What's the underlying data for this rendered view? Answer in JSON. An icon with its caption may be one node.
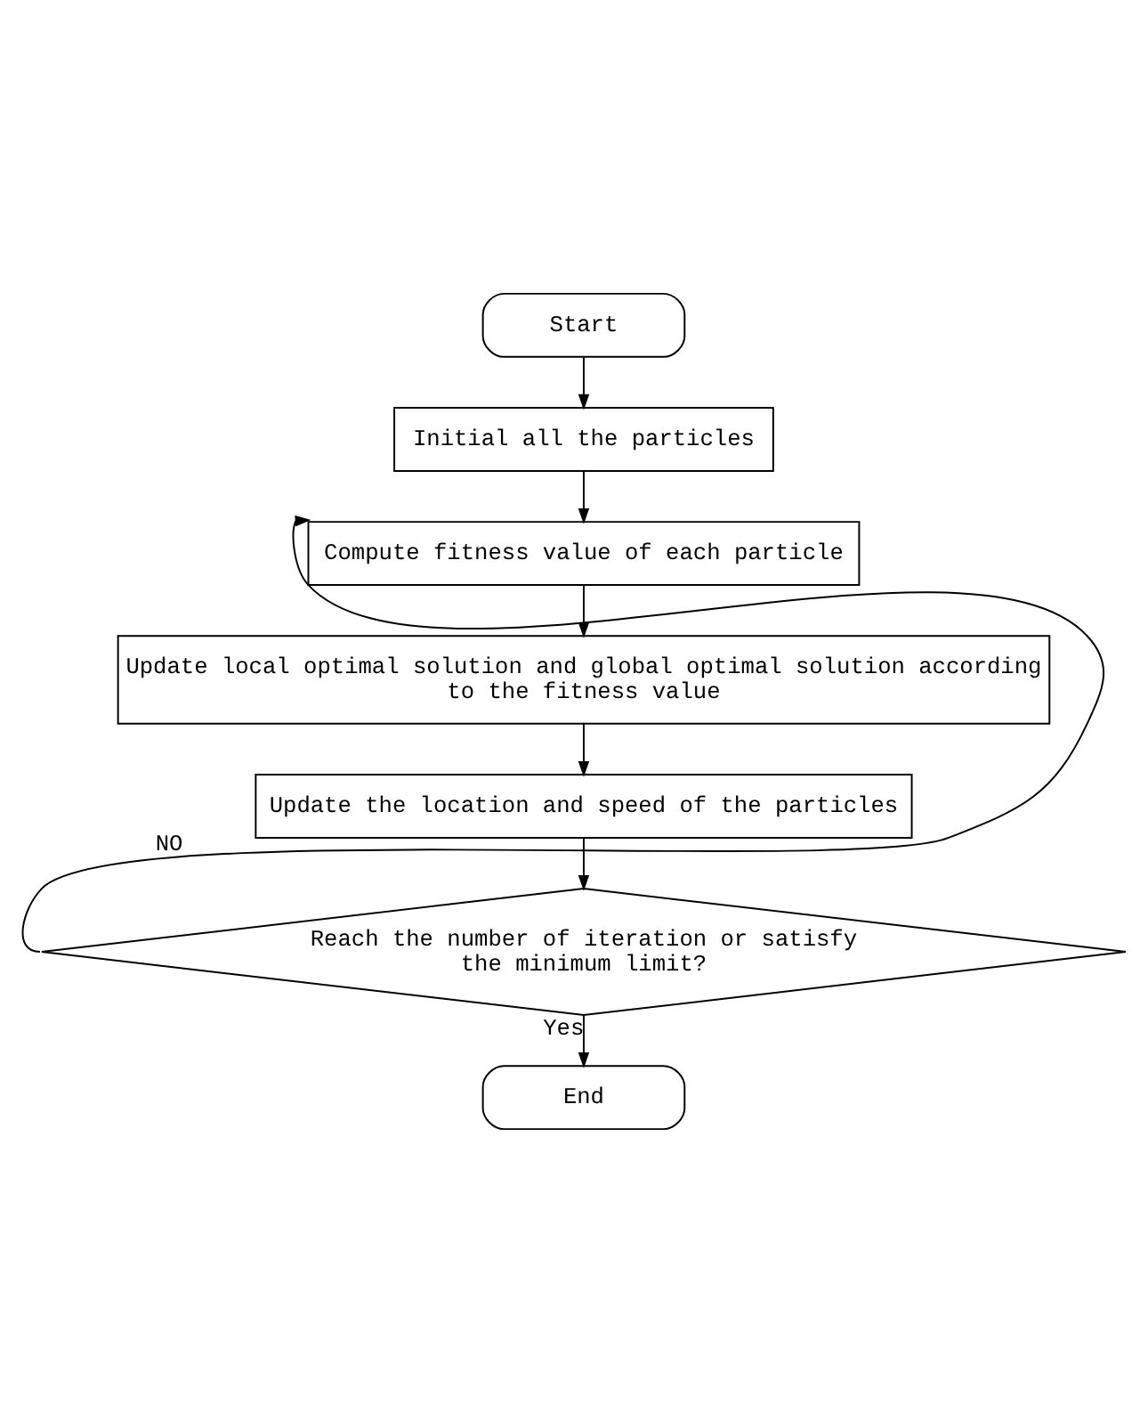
{
  "diagram": {
    "nodes": [
      {
        "text": [
          "Start"
        ]
      },
      {
        "text": [
          "Initial all the particles"
        ]
      },
      {
        "text": [
          "Compute fitness value of each particle"
        ]
      },
      {
        "text": [
          "Update local optimal solution and global optimal solution according to the fitness value"
        ]
      },
      {
        "text": [
          "Update the location and speed of the particles"
        ]
      },
      {
        "text": [
          "Reach the number of iteration or satisfy the minimum limit?"
        ]
      },
      {
        "text": [
          "End"
        ]
      }
    ],
    "edges": [
      {
        "from": 0,
        "to": 1,
        "arrow": "to"
      },
      {
        "from": 1,
        "to": 2,
        "arrow": "to"
      },
      {
        "from": 2,
        "to": 3,
        "arrow": "to"
      },
      {
        "from": 3,
        "to": 4,
        "arrow": "to"
      },
      {
        "from": 4,
        "to": 5,
        "arrow": "to"
      },
      {
        "from": 5,
        "to": 2,
        "arrow": "to",
        "label": "NO"
      },
      {
        "from": 5,
        "to": 6,
        "arrow": "to",
        "label": "Yes"
      }
    ]
  }
}
